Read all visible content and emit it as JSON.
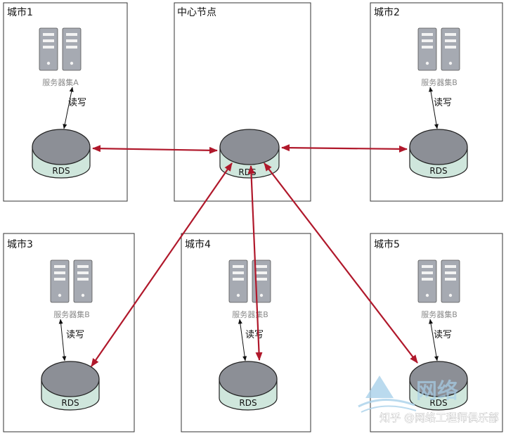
{
  "regions": [
    {
      "title": "城市1",
      "server_caption": "服务器集A",
      "rw_label": "读写",
      "db_label": "RDS"
    },
    {
      "title": "中心节点",
      "db_label": "RDS"
    },
    {
      "title": "城市2",
      "server_caption": "服务器集B",
      "rw_label": "读写",
      "db_label": "RDS"
    },
    {
      "title": "城市3",
      "server_caption": "服务器集B",
      "rw_label": "读写",
      "db_label": "RDS"
    },
    {
      "title": "城市4",
      "server_caption": "服务器集B",
      "rw_label": "读写",
      "db_label": "RDS"
    },
    {
      "title": "城市5",
      "server_caption": "服务器集B",
      "rw_label": "读写",
      "db_label": "RDS"
    }
  ],
  "watermark": {
    "brand": "网络",
    "caption": "知乎 @网络工程师俱乐部"
  },
  "colors": {
    "replication_arrow": "#b0182b",
    "rw_arrow": "#111111",
    "db_top": "#8c8f96",
    "db_body": "#cfe6dc",
    "server_body": "#a6aab2",
    "server_slot": "#f3f3f3",
    "box_border": "#333333"
  }
}
